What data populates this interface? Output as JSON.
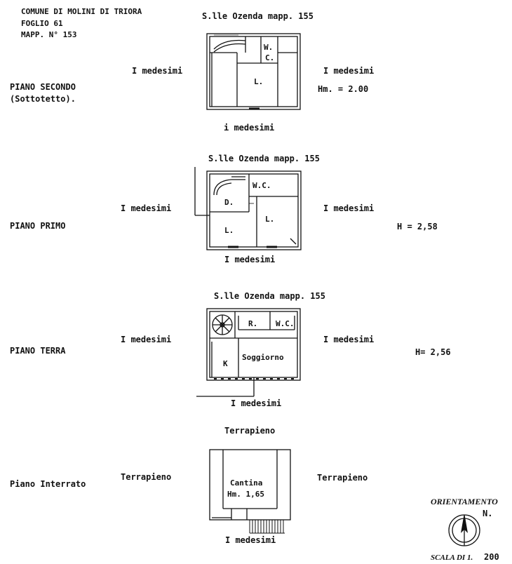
{
  "header": {
    "comune": "COMUNE DI MOLINI DI TRIORA",
    "foglio": "FOGLIO 61",
    "mapp": "MAPP. N° 153"
  },
  "floors": {
    "secondo": {
      "name_line1": "PIANO SECONDO",
      "name_line2": "(Sottotetto).",
      "north": "S.lle Ozenda mapp. 155",
      "west": "I medesimi",
      "east": "I medesimi",
      "south": "i medesimi",
      "height": "Hm. = 2.00",
      "rooms": {
        "wc_w": "W.",
        "wc_c": "C.",
        "living": "L."
      }
    },
    "primo": {
      "name": "PIANO PRIMO",
      "north": "S.lle Ozenda mapp. 155",
      "west": "I medesimi",
      "east": "I medesimi",
      "south": "I medesimi",
      "height": "H = 2,58",
      "rooms": {
        "wc": "W.C.",
        "d": "D.",
        "l1": "L.",
        "l2": "L."
      }
    },
    "terra": {
      "name": "PIANO TERRA",
      "north": "S.lle Ozenda mapp. 155",
      "west": "I medesimi",
      "east": "I medesimi",
      "south": "I medesimi",
      "height": "H= 2,56",
      "rooms": {
        "r": "R.",
        "wc": "W.C.",
        "k": "K",
        "soggiorno": "Soggiorno"
      }
    },
    "interrato": {
      "name": "Piano Interrato",
      "north": "Terrapieno",
      "west": "Terrapieno",
      "east": "Terrapieno",
      "south": "I medesimi",
      "room": "Cantina",
      "height": "Hm. 1,65"
    }
  },
  "orientation": {
    "label": "ORIENTAMENTO",
    "north": "N."
  },
  "scale": {
    "label": "SCALA DI 1.",
    "value": "200"
  }
}
